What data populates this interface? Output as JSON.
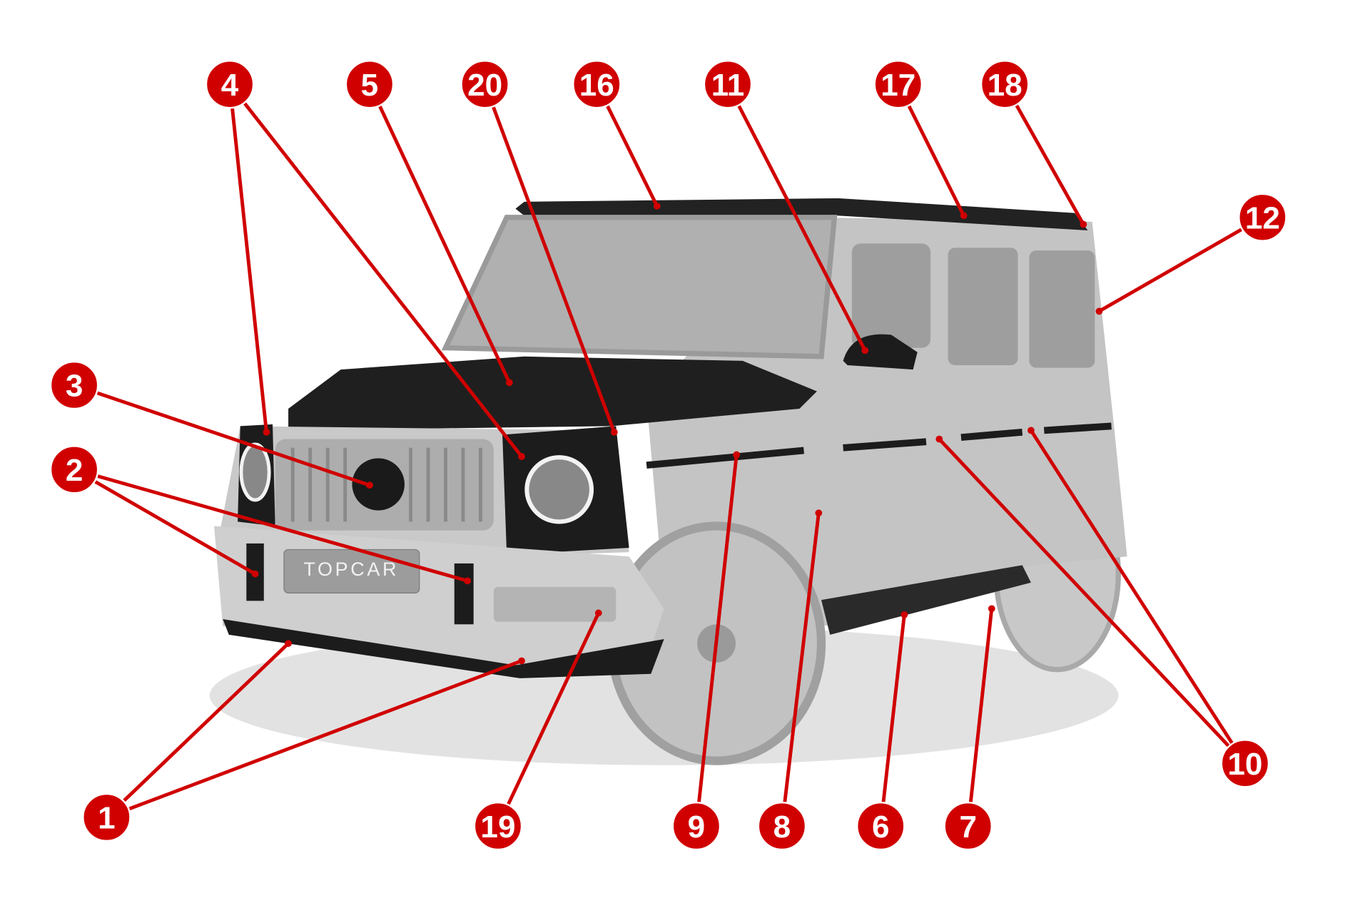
{
  "diagram": {
    "plate_logo": "TOPCAR",
    "callouts": [
      "1",
      "2",
      "3",
      "4",
      "5",
      "6",
      "7",
      "8",
      "9",
      "10",
      "11",
      "12",
      "16",
      "17",
      "18",
      "19",
      "20"
    ],
    "colors": {
      "callout": "#d00000",
      "body": "#bdbdbd",
      "carbon": "#1c1c1c",
      "background": "#ffffff"
    }
  }
}
